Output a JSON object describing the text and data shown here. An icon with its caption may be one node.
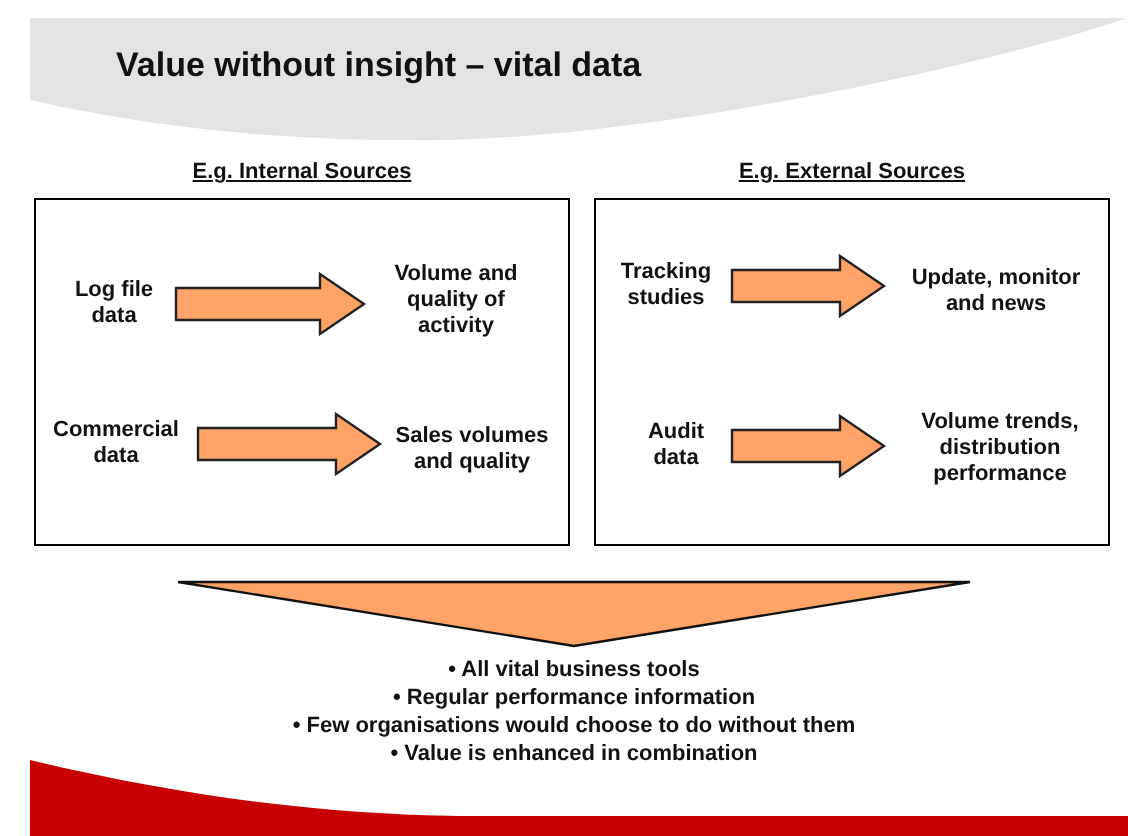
{
  "diagram": {
    "title": "Value without insight – vital data",
    "nodes": [
      {
        "text": [
          "E.g. Internal Sources"
        ]
      },
      {
        "text": [
          "Log file data"
        ],
        "in": 0
      },
      {
        "text": [
          "Volume and quality of activity"
        ],
        "in": 0
      },
      {
        "text": [
          "Commercial data"
        ],
        "in": 0
      },
      {
        "text": [
          "Sales volumes and quality"
        ],
        "in": 0
      },
      {
        "text": [
          "E.g. External Sources"
        ]
      },
      {
        "text": [
          "Tracking studies"
        ],
        "in": 5
      },
      {
        "text": [
          "Update, monitor and news"
        ],
        "in": 5
      },
      {
        "text": [
          "Audit data"
        ],
        "in": 5
      },
      {
        "text": [
          "Volume trends, distribution performance"
        ],
        "in": 5
      },
      {
        "text": [],
        "shape": "triangle"
      },
      {
        "text": [
          "• All vital business tools",
          "• Regular performance information",
          "• Few organisations would choose to do without them",
          "• Value is enhanced in combination"
        ]
      }
    ],
    "edges": [
      {
        "from": 1,
        "to": 2,
        "arrow": "to"
      },
      {
        "from": 3,
        "to": 4,
        "arrow": "to"
      },
      {
        "from": 6,
        "to": 7,
        "arrow": "to"
      },
      {
        "from": 8,
        "to": 9,
        "arrow": "to"
      }
    ]
  }
}
